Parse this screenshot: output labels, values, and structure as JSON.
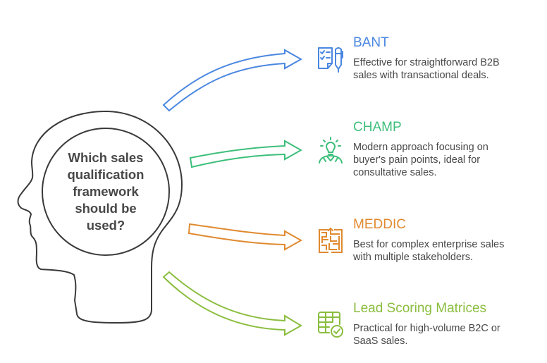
{
  "question": "Which sales qualification framework should be used?",
  "question_lines": [
    "Which sales",
    "qualification",
    "framework",
    "should be",
    "used?"
  ],
  "colors": {
    "blue": "#4a87e0",
    "green": "#3dbf7a",
    "orange": "#e08a30",
    "lime": "#8abd3e",
    "outline": "#3a3a3a",
    "text": "#484848"
  },
  "options": [
    {
      "title": "BANT",
      "description": "Effective for straightforward B2B sales with transactional deals.",
      "desc_lines": [
        "Effective for straightforward B2B",
        "sales with transactional deals."
      ],
      "icon": "checklist-pen-icon",
      "color": "#4a87e0"
    },
    {
      "title": "CHAMP",
      "description": "Modern approach focusing on buyer's pain points, ideal for consultative sales.",
      "desc_lines": [
        "Modern approach focusing on",
        "buyer's pain points, ideal for",
        "consultative sales."
      ],
      "icon": "lightbulb-person-icon",
      "color": "#3dbf7a"
    },
    {
      "title": "MEDDIC",
      "description": "Best for complex enterprise sales with multiple stakeholders.",
      "desc_lines": [
        "Best for complex enterprise sales",
        "with multiple stakeholders."
      ],
      "icon": "maze-icon",
      "color": "#e08a30"
    },
    {
      "title": "Lead Scoring Matrices",
      "description": "Practical for high-volume B2C or SaaS sales.",
      "desc_lines": [
        "Practical for high-volume B2C or",
        "SaaS sales."
      ],
      "icon": "table-check-icon",
      "color": "#8abd3e"
    }
  ]
}
